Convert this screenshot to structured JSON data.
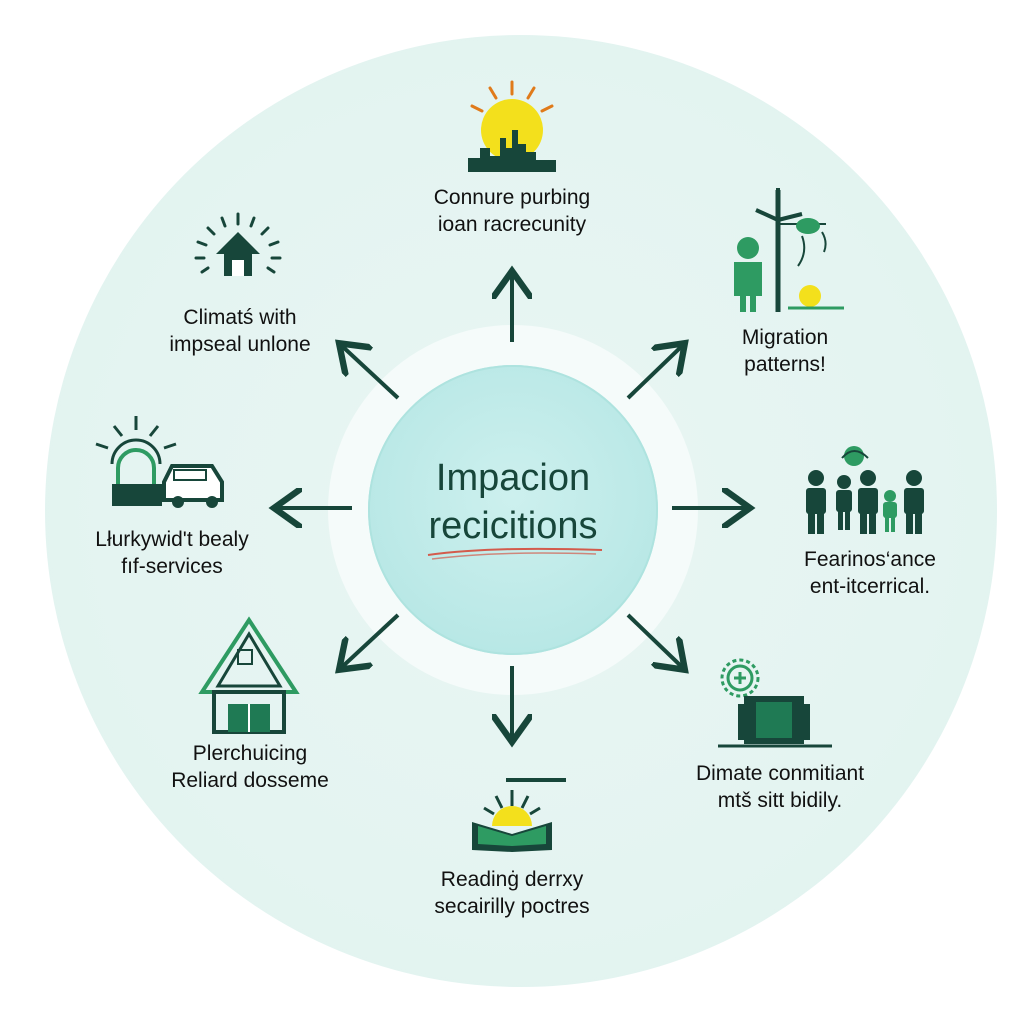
{
  "center": {
    "line1": "Impacion",
    "line2": "recicitions"
  },
  "nodes": [
    {
      "id": "top",
      "line1": "Connure purbing",
      "line2": "ioan racrecunity",
      "icon": "sun-city-icon"
    },
    {
      "id": "top-right",
      "line1": "Migration",
      "line2": "patterns!",
      "icon": "wind-turbine-person-icon"
    },
    {
      "id": "right",
      "line1": "Fearinos‘ance",
      "line2": "ent-itcerrical.",
      "icon": "family-group-icon"
    },
    {
      "id": "bottom-right",
      "line1": "Dimate conmitiant",
      "line2": "mtš sitt bidily.",
      "icon": "machine-icon"
    },
    {
      "id": "bottom",
      "line1": "Readinġ derrxy",
      "line2": "secairilly poctres",
      "icon": "sunrise-book-icon"
    },
    {
      "id": "bottom-left",
      "line1": "Plerchuicing",
      "line2": "Reliard dosseme",
      "icon": "a-frame-house-icon"
    },
    {
      "id": "left",
      "line1": "Lłurkywid't bealy",
      "line2": "fıf-services",
      "icon": "sun-car-icon"
    },
    {
      "id": "top-left",
      "line1": "Climatś with",
      "line2": "impseal unlone",
      "icon": "house-gauge-icon"
    }
  ],
  "colors": {
    "dark_green": "#17463a",
    "green": "#1f7a54",
    "accent_green": "#2e9b62",
    "yellow": "#f3e01c",
    "underline_red": "#d35b4c"
  }
}
